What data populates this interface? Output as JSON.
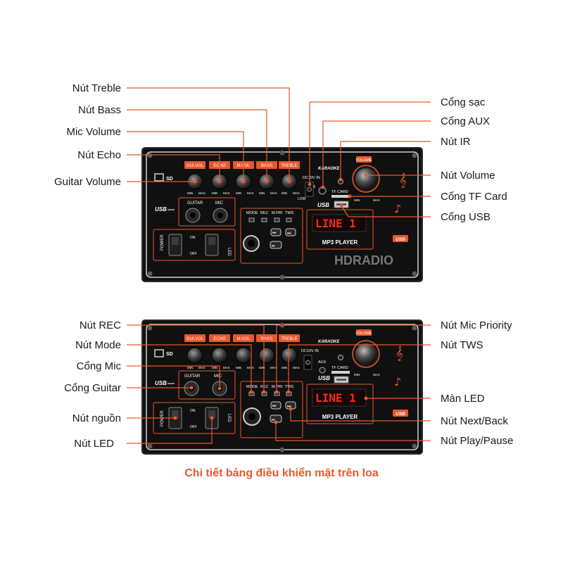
{
  "caption": "Chi tiết bảng điều khiển mặt trên loa",
  "colors": {
    "accent": "#e8582a",
    "panel": "#111111",
    "led": "#ff2a1a",
    "line": "#e8582a"
  },
  "top_callouts_left": [
    "Nút Treble",
    "Nút Bass",
    "Mic Volume",
    "Nút Echo",
    "Guitar Volume"
  ],
  "top_callouts_right": [
    "Cổng sạc",
    "Cổng AUX",
    "Nút IR",
    "Nút Volume",
    "Cổng TF Card",
    "Cổng USB"
  ],
  "bottom_callouts_left": [
    "Nút REC",
    "Nút Mode",
    "Cổng Mic",
    "Cổng Guitar",
    "Nút nguồn",
    "Nút LED"
  ],
  "bottom_callouts_right": [
    "Nút Mic Priority",
    "Nút TWS",
    "Màn LED",
    "Nút Next/Back",
    "Nút Play/Pause"
  ],
  "panel": {
    "knob_labels": [
      "GUI.VOL",
      "ECHO",
      "M.VOL",
      "BASS",
      "TREBLE"
    ],
    "min_label": "MIN",
    "max_label": "MAX",
    "jack_labels": [
      "GUITAR",
      "MIC"
    ],
    "button_labels": [
      "MODE",
      "REC",
      "M.PRI",
      "TWS"
    ],
    "power_label": "POWER",
    "led_label": "LED",
    "on_label": "ON",
    "off_label": "OFF",
    "dc_label": "DC10V IN",
    "aux_label": "AUX",
    "low_label": "LOW",
    "tf_label": "TF CARD",
    "usb_label": "USB",
    "volume_label": "VOLUME",
    "karaoke_label": "KARAOKE",
    "mp3_label": "MP3 PLAYER",
    "display_text": "LINE 1",
    "sd_label": "SD"
  },
  "watermark": "HDRADIO"
}
